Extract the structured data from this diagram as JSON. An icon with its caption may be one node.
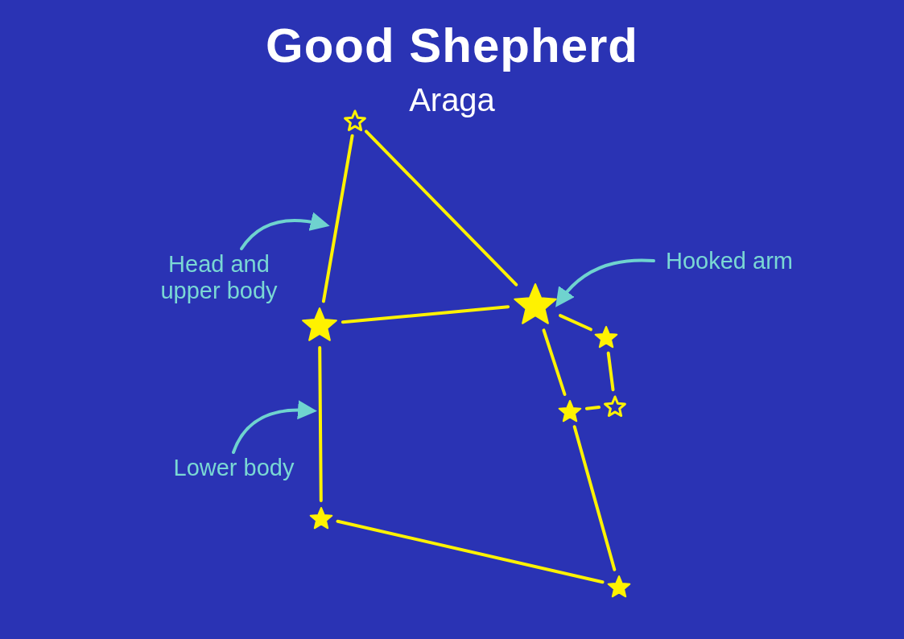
{
  "diagram": {
    "title": "Good Shepherd",
    "nodes": [
      {
        "text": [],
        "shape": "star"
      },
      {
        "text": [],
        "shape": "star"
      },
      {
        "text": [],
        "shape": "star"
      },
      {
        "text": [],
        "shape": "star"
      },
      {
        "text": [],
        "shape": "star"
      },
      {
        "text": [],
        "shape": "star"
      },
      {
        "text": [],
        "shape": "star"
      },
      {
        "text": [],
        "shape": "star"
      },
      {
        "text": [
          "Head and upper body"
        ]
      },
      {
        "text": [
          "Hooked arm"
        ]
      },
      {
        "text": [
          "Lower body"
        ]
      }
    ],
    "edges": [
      {
        "from": 0,
        "to": 2,
        "arrow": "none"
      },
      {
        "from": 0,
        "to": 1,
        "arrow": "none"
      },
      {
        "from": 2,
        "to": 1,
        "arrow": "none"
      },
      {
        "from": 1,
        "to": 3,
        "arrow": "none"
      },
      {
        "from": 3,
        "to": 5,
        "arrow": "none"
      },
      {
        "from": 5,
        "to": 4,
        "arrow": "none"
      },
      {
        "from": 1,
        "to": 4,
        "arrow": "none"
      },
      {
        "from": 4,
        "to": 7,
        "arrow": "none"
      },
      {
        "from": 2,
        "to": 6,
        "arrow": "none"
      },
      {
        "from": 6,
        "to": 7,
        "arrow": "none"
      },
      {
        "from": 8,
        "to": null,
        "arrow": "to",
        "color": "#6fd3cf"
      },
      {
        "from": 9,
        "to": 1,
        "arrow": "to",
        "color": "#6fd3cf"
      },
      {
        "from": 10,
        "to": null,
        "arrow": "to",
        "color": "#6fd3cf"
      }
    ],
    "labels": [
      "Araga"
    ]
  }
}
